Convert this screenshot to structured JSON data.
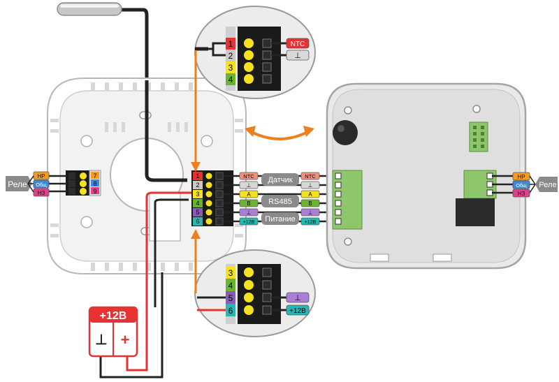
{
  "colors": {
    "orange": "#ef7f1a",
    "red": "#e63232",
    "gray": "#c9c9c9",
    "yellow": "#f5e11d",
    "green": "#6ab52f",
    "purple": "#8a5cb8",
    "teal": "#29b6b3",
    "relay_orange": "#f39c1e",
    "relay_blue": "#3f88d8",
    "relay_pink": "#e0408a",
    "panel": "#e7e7e7",
    "wire_dark": "#222222"
  },
  "left_relay": {
    "title": "Реле",
    "tags": [
      "НР",
      "Общ",
      "НЗ"
    ],
    "pins": [
      "7",
      "8",
      "9"
    ]
  },
  "right_relay": {
    "title": "Реле",
    "tags": [
      "НР",
      "Общ",
      "НЗ"
    ]
  },
  "terminal_pins": [
    "1",
    "2",
    "3",
    "4",
    "5",
    "6"
  ],
  "left_signal_tags": [
    "NTC",
    "⊥",
    "A",
    "B",
    "⊥",
    "+12В"
  ],
  "right_signal_tags": [
    "NTC",
    "⊥",
    "A",
    "B",
    "⊥",
    "+12В"
  ],
  "groups": {
    "sensor": "Датчик",
    "rs485": "RS485",
    "power": "Питание"
  },
  "zoom_top": {
    "pins": [
      "1",
      "2",
      "3",
      "4"
    ],
    "tag_ntc": "NTC",
    "tag_gnd": "⊥"
  },
  "zoom_bottom": {
    "pins": [
      "3",
      "4",
      "5",
      "6"
    ],
    "tag_gnd": "⊥",
    "tag_12v": "+12В"
  },
  "power_supply": {
    "label": "+12В",
    "minus": "⊥",
    "plus": "+"
  }
}
